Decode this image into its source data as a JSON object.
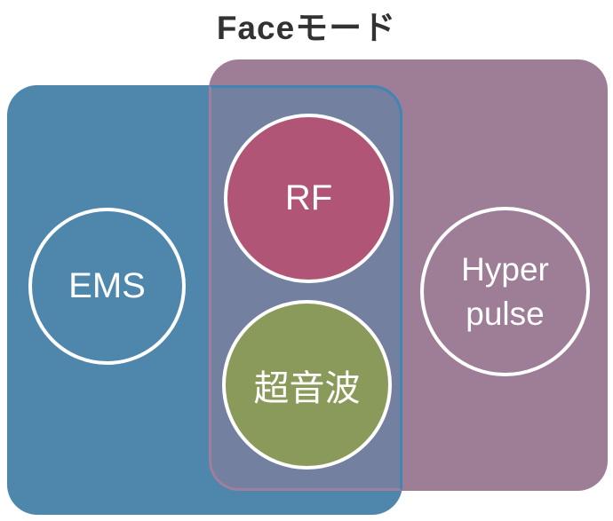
{
  "title": "Faceモード",
  "regions": {
    "ems": {
      "label": "EMS"
    },
    "rf": {
      "label": "RF"
    },
    "ultrasound": {
      "label": "超音波"
    },
    "hyperpulse": {
      "line1": "Hyper",
      "line2": "pulse"
    }
  },
  "colors": {
    "title_color": "#323232",
    "blue_fill": "#4f87ac",
    "blue_stroke": "#4484b4",
    "purple_fill": "#9e7d97",
    "purple_stroke": "#a07e9e",
    "overlap_fill": "#73809f",
    "rf_fill": "#b15576",
    "ultrasound_fill": "#8a9a5b",
    "circle_outline": "#ffffff"
  }
}
